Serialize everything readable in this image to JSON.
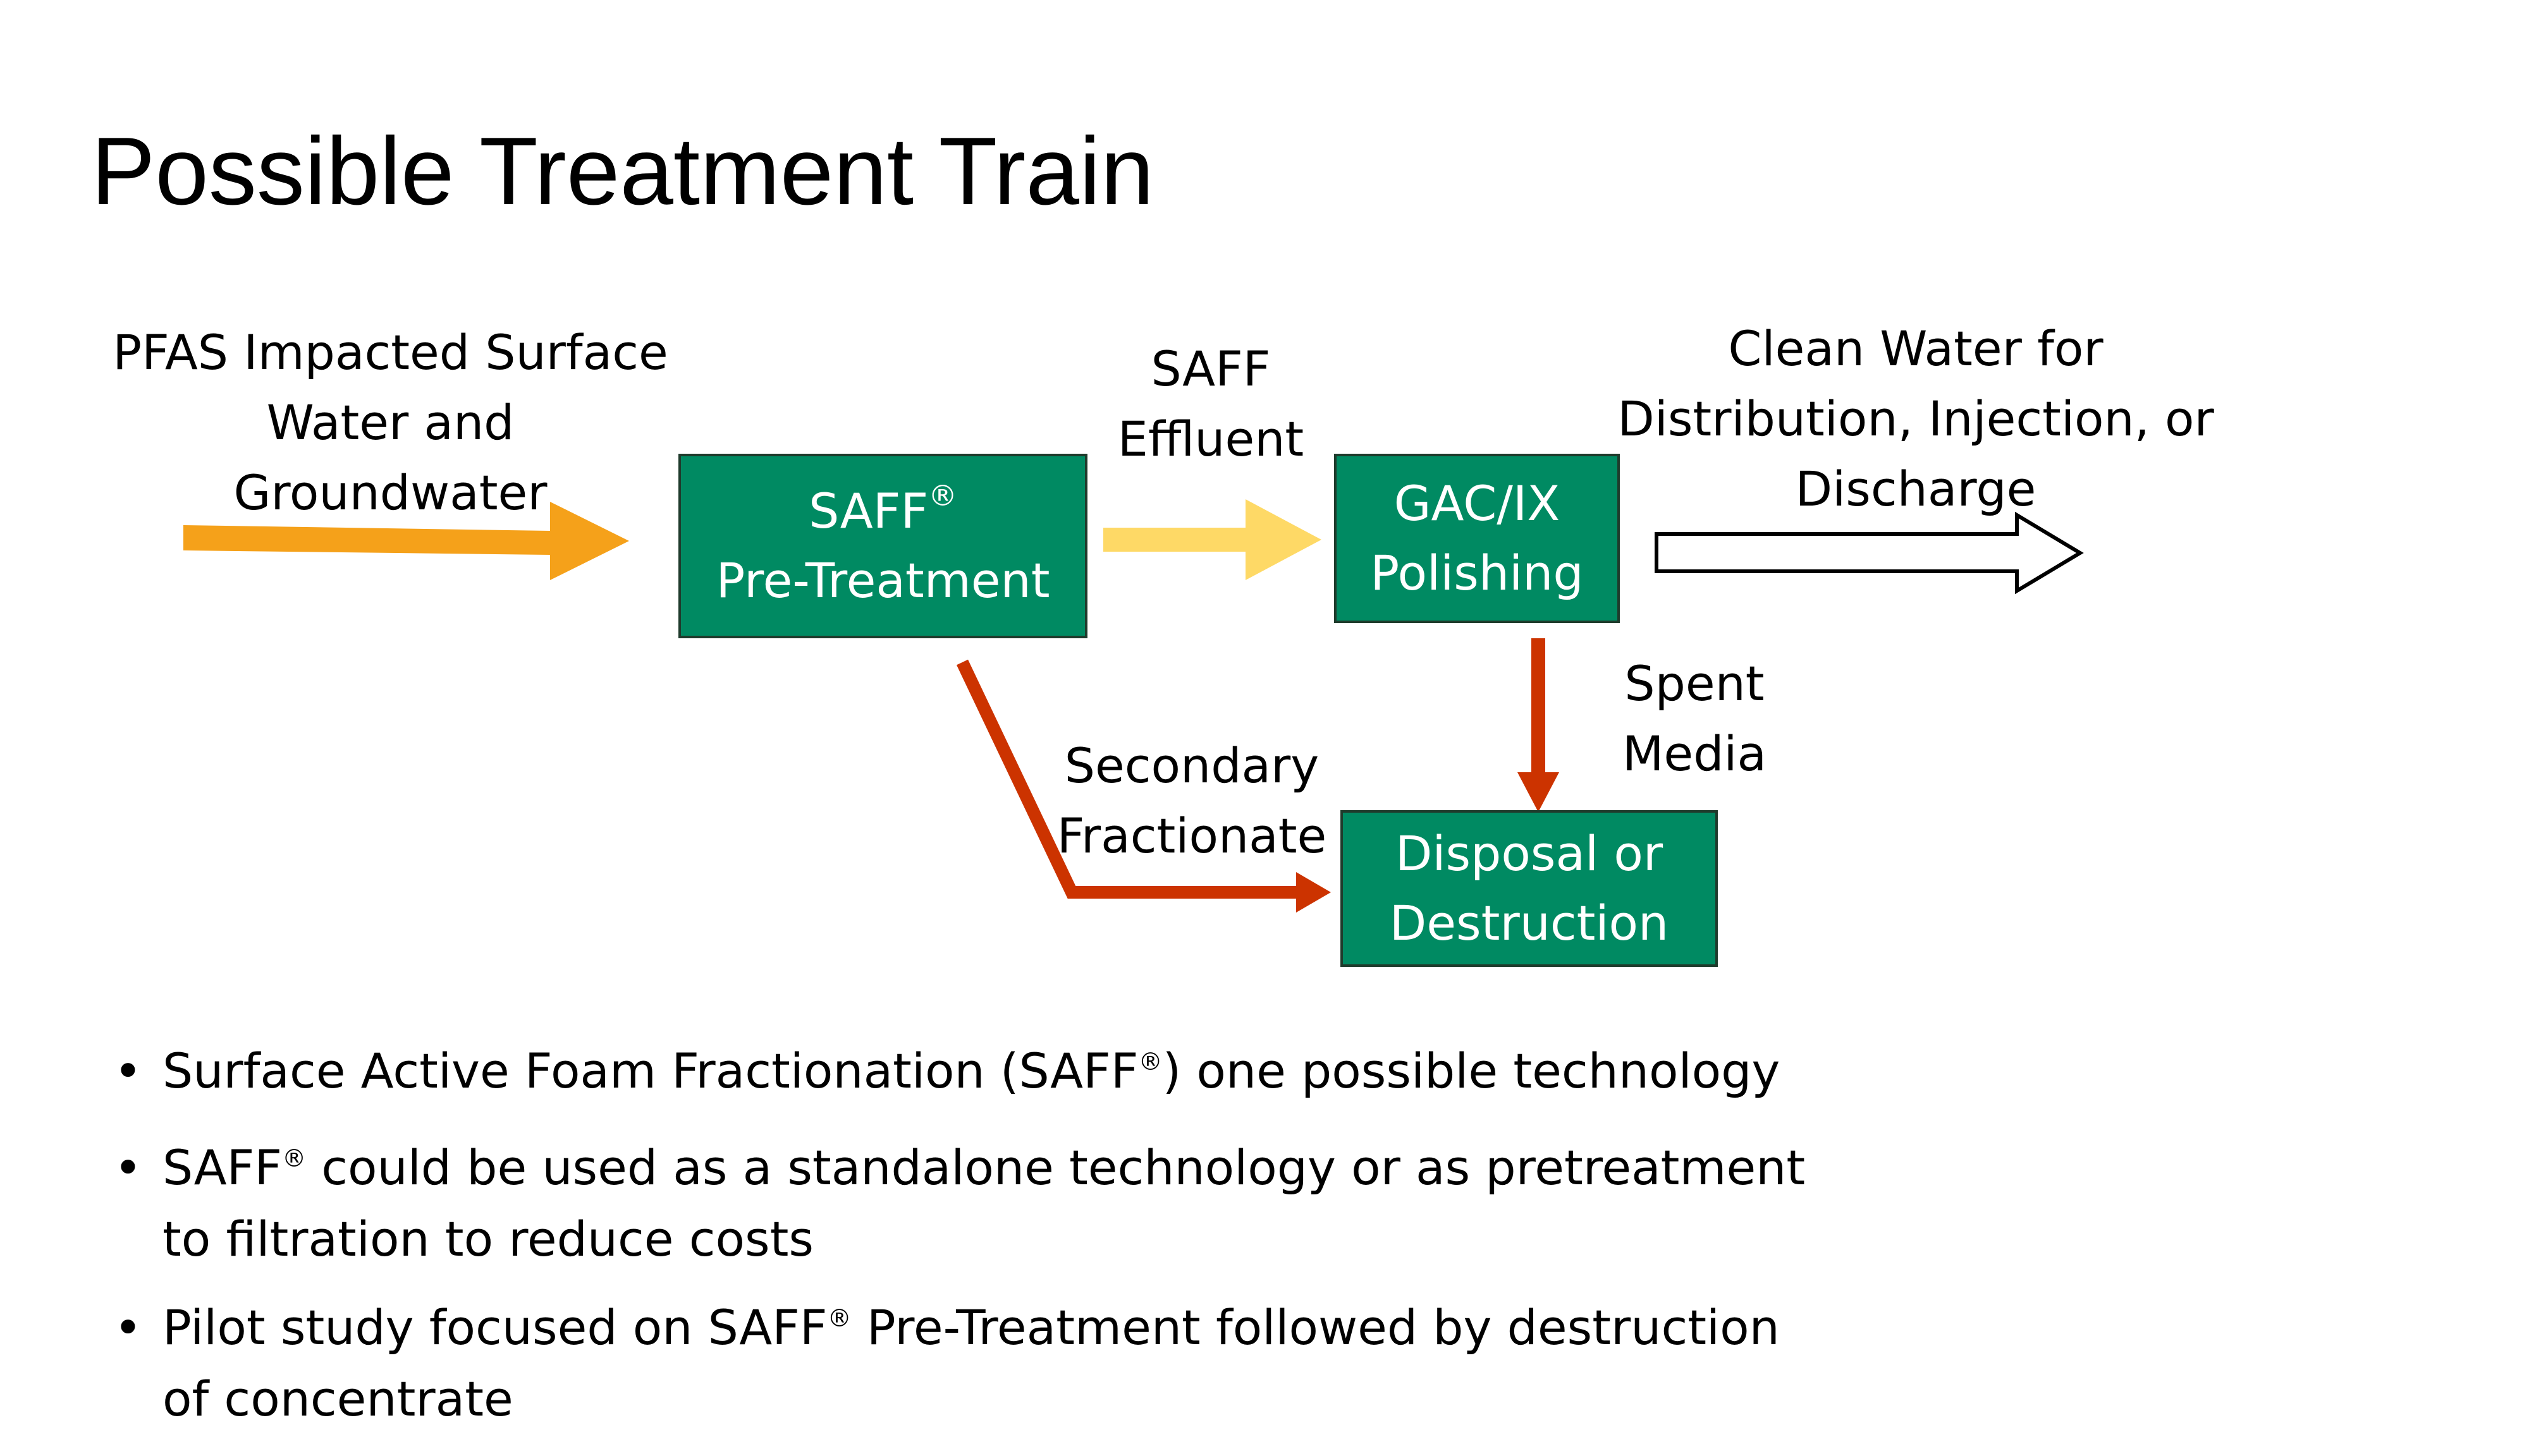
{
  "title": "Possible Treatment Train",
  "diagram": {
    "source_label": [
      "PFAS Impacted Surface",
      "Water and",
      "Groundwater"
    ],
    "box_pretreatment": {
      "line1": "SAFF",
      "mark": "®",
      "line2": "Pre-Treatment"
    },
    "effluent_label": [
      "SAFF",
      "Effluent"
    ],
    "box_polishing": [
      "GAC/IX",
      "Polishing"
    ],
    "output_label": [
      "Clean Water for",
      "Distribution, Injection, or",
      "Discharge"
    ],
    "spent_label": [
      "Spent",
      "Media"
    ],
    "secondary_label": [
      "Secondary",
      "Fractionate"
    ],
    "box_disposal": [
      "Disposal or",
      "Destruction"
    ],
    "colors": {
      "box_fill": "#008a62",
      "box_border": "#1f3b2c",
      "arrow_inflow": "#f5a11a",
      "arrow_effluent": "#fed966",
      "arrow_waste": "#cc3300",
      "arrow_output_fill": "#ffffff"
    }
  },
  "bullets": [
    {
      "before": "Surface Active Foam Fractionation (SAFF",
      "mark": "®",
      "after": ") one possible technology"
    },
    {
      "before": "SAFF",
      "mark": "®",
      "after": " could be used as a standalone technology or as pretreatment to filtration to reduce costs"
    },
    {
      "before": "Pilot study focused on SAFF",
      "mark": "®",
      "after": " Pre-Treatment followed by destruction of concentrate"
    }
  ]
}
